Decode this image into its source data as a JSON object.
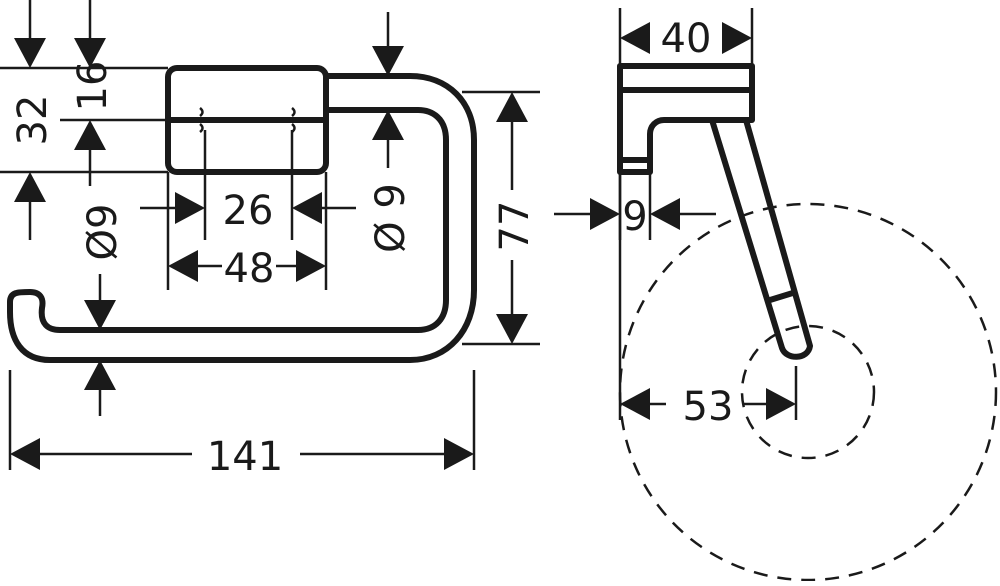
{
  "drawing": {
    "front_view": {
      "dims": {
        "d32": "32",
        "d16": "16",
        "d26": "26",
        "d48": "48",
        "d_o9_left": "Ø9",
        "d_o9_right": "Ø 9",
        "d77": "77",
        "d141": "141"
      }
    },
    "side_view": {
      "dims": {
        "d40": "40",
        "d9": "9",
        "d53": "53"
      }
    }
  }
}
